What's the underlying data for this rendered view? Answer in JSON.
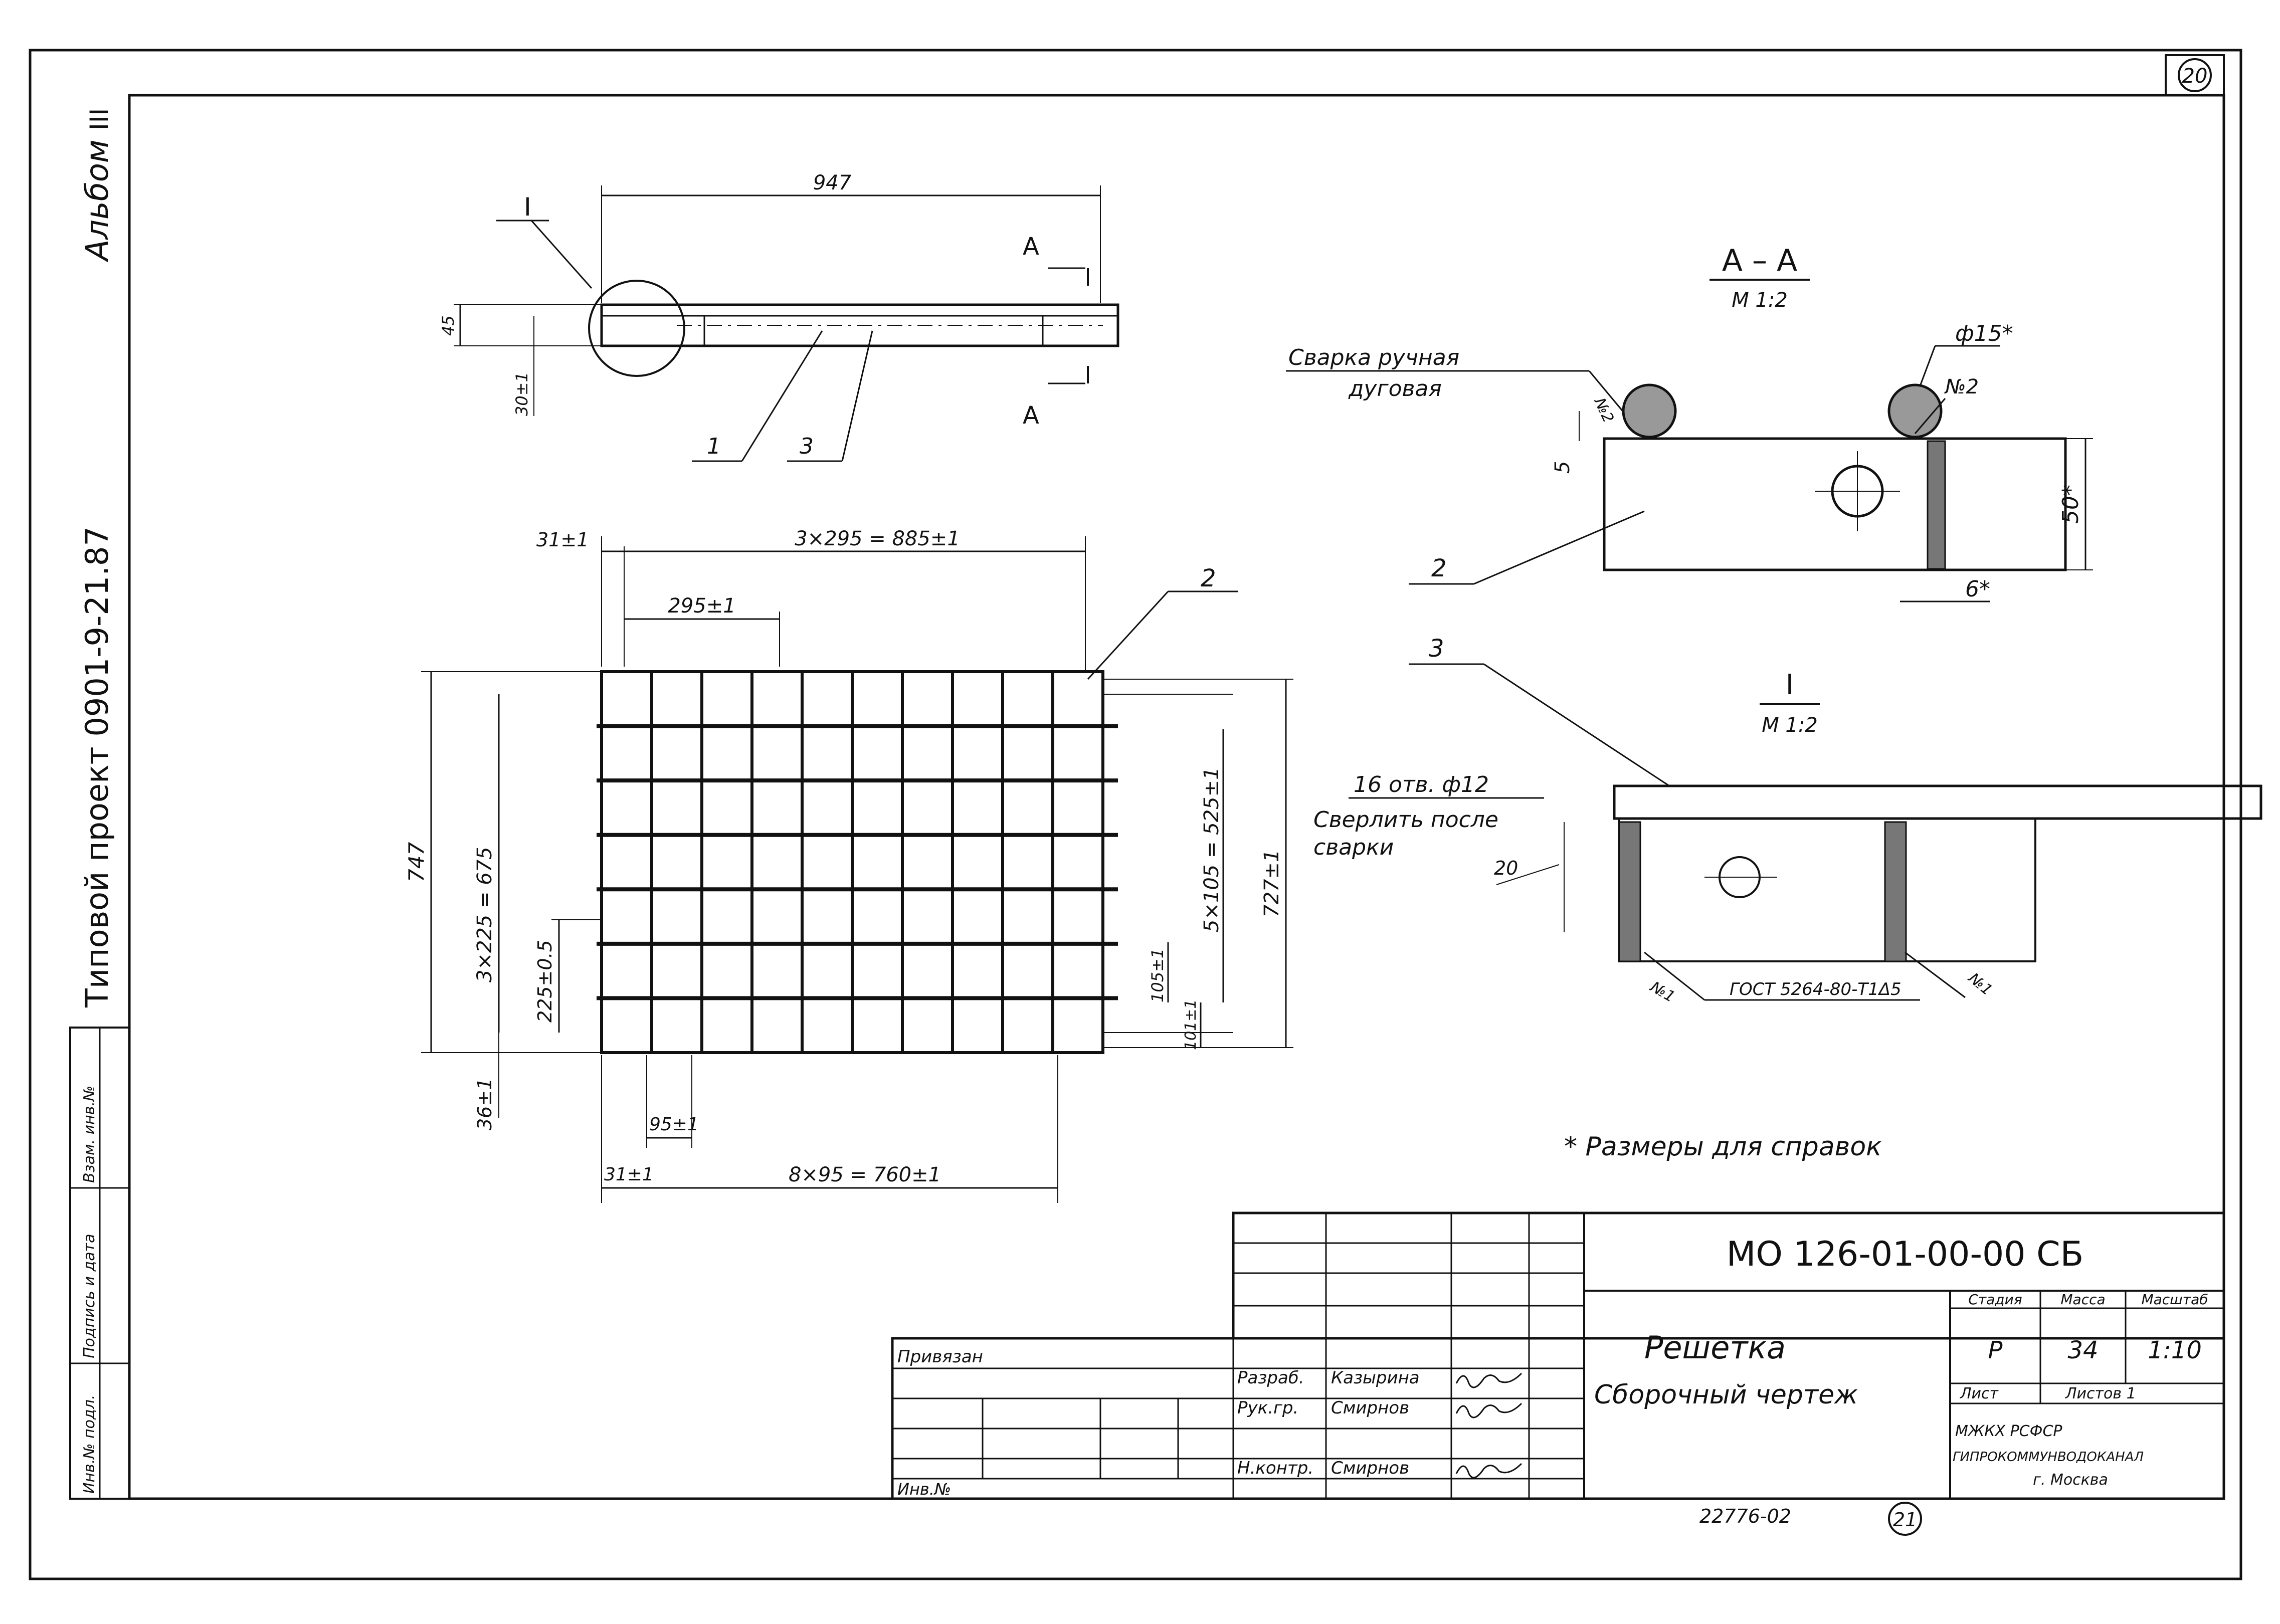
{
  "sheet_number": "20",
  "bottom_sheet_number": "21",
  "archive_code": "22776-02",
  "side": {
    "album": "Альбом",
    "album_no": "III",
    "project": "Типовой проект 0901-9-21.87",
    "stamps": [
      "Инв.№ подл.",
      "Подпись и дата",
      "Взам. инв.№"
    ]
  },
  "top_view": {
    "length": "947",
    "height": "45",
    "offset": "30±1",
    "detail_mark": "I",
    "section_mark": "А",
    "leader_1": "1",
    "leader_3": "3"
  },
  "plan": {
    "top_offset": "31±1",
    "top_total": "3×295 = 885±1",
    "pitch_top": "295±1",
    "pos2": "2",
    "overall_h": "747",
    "left_total": "3×225 = 675",
    "pitch_left": "225±0.5",
    "left_offset": "36±1",
    "bottom_pitch": "95±1",
    "bottom_offset": "31±1",
    "bottom_total": "8×95 = 760±1",
    "right_total": "5×105 = 525±1",
    "right_pitch": "105±1",
    "right_offset": "101±1",
    "right_overall": "727±1"
  },
  "section_aa": {
    "title": "А – А",
    "scale": "М 1:2",
    "weld_1": "Сварка ручная",
    "weld_2": "дуговая",
    "rod": "ф15*",
    "weld_no": "№2",
    "weld_no_l": "№2",
    "dim_5": "5",
    "dim_50": "50*",
    "dim_6": "6*",
    "pos2": "2"
  },
  "detail_i": {
    "pos3": "3",
    "title": "I",
    "scale": "М 1:2",
    "holes_1": "16 отв. ф12",
    "holes_2": "Сверлить после",
    "holes_3": "сварки",
    "dim_20": "20",
    "n1": "№1",
    "n2": "№1",
    "gost": "ГОСТ 5264-80-Т1Δ5"
  },
  "reference_note": "* Размеры для справок",
  "title_block": {
    "code": "МО 126-01-00-00 СБ",
    "name": "Решетка",
    "doc_type": "Сборочный чертеж",
    "stage_h": "Стадия",
    "mass_h": "Масса",
    "scale_h": "Масштаб",
    "stage": "Р",
    "mass": "34",
    "scale": "1:10",
    "sheet_h": "Лист",
    "sheets_h": "Листов 1",
    "org_1": "МЖКХ           РСФСР",
    "org_2": "ГИПРОКОММУНВОДОКАНАЛ",
    "org_3": "г. Москва",
    "binding": "Привязан",
    "inv": "Инв.№",
    "rows": [
      {
        "role": "Разраб.",
        "name": "Казырина"
      },
      {
        "role": "Рук.гр.",
        "name": "Смирнов"
      },
      {
        "role": "Н.контр.",
        "name": "Смирнов"
      }
    ]
  }
}
